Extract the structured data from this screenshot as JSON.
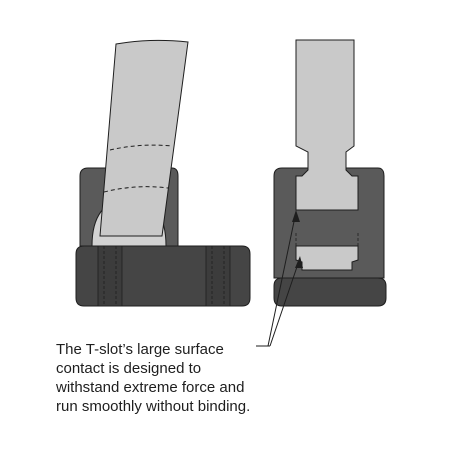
{
  "caption": {
    "lines": [
      "The T-slot’s large surface",
      "contact is designed to",
      "withstand extreme force and",
      "run smoothly without binding."
    ]
  },
  "colors": {
    "background": "#ffffff",
    "shaft": "#c9c9c9",
    "block": "#5a5a5a",
    "block_dark": "#454545",
    "block_darker": "#3c3c3c",
    "cup": "#d2d2d2",
    "outline": "#1e1e1e",
    "text": "#1e1e1e"
  }
}
